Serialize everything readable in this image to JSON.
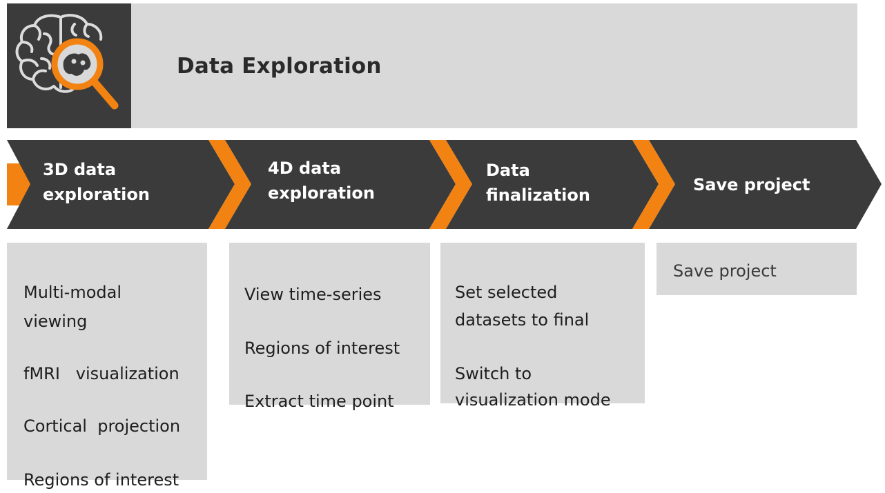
{
  "header": {
    "title": "Data Exploration",
    "icon": "brain-magnifier-icon"
  },
  "colors": {
    "dark": "#3b3b3b",
    "accent": "#f28312",
    "panel": "#d9d9d9"
  },
  "steps": [
    {
      "label_line1": "3D data",
      "label_line2": "exploration"
    },
    {
      "label_line1": "4D data",
      "label_line2": "exploration"
    },
    {
      "label_line1": "Data",
      "label_line2": "finalization"
    },
    {
      "label": "Save project"
    }
  ],
  "panels": [
    {
      "items": [
        "Multi-modal",
        "viewing",
        "fMRI   visualization",
        "Cortical  projection",
        "Regions of interest"
      ]
    },
    {
      "items": [
        "View time-series",
        "Regions of interest",
        "Extract time point"
      ]
    },
    {
      "items": [
        "Set selected",
        "datasets to final",
        "Switch to",
        "visualization mode"
      ]
    },
    {
      "items": [
        "Save project"
      ]
    }
  ]
}
